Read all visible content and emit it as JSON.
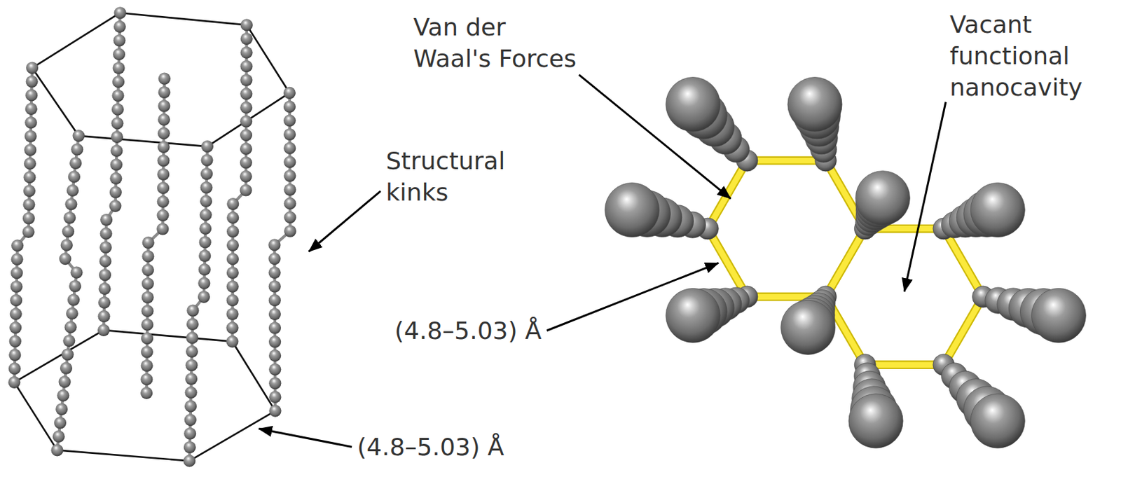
{
  "diagram": {
    "labels": [
      "Van der Waal's Forces",
      "Vacant functional nanocavity",
      "Structural kinks",
      "(4.8–5.03) Å",
      "(4.8–5.03) Å"
    ]
  }
}
